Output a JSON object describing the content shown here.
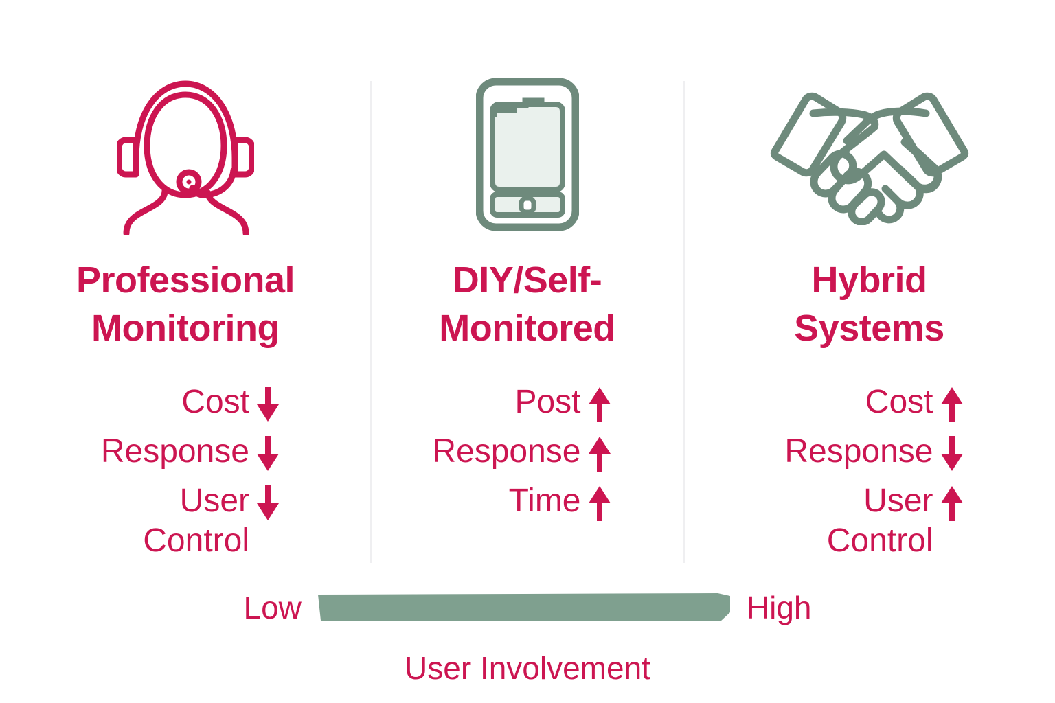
{
  "theme": {
    "accent": "#CC1551",
    "secondary": "#6E8A7C",
    "screen_fill": "#EAF1ED",
    "divider": "#EFEFF1",
    "background": "#FFFFFF"
  },
  "columns": [
    {
      "icon": "headset-icon",
      "title": "Professional\nMonitoring",
      "attributes": [
        {
          "label": "Cost",
          "arrow": "down"
        },
        {
          "label": "Response",
          "arrow": "down"
        },
        {
          "label": "User\nControl",
          "arrow": "down"
        }
      ]
    },
    {
      "icon": "smartphone-icon",
      "title": "DIY/Self-\nMonitored",
      "attributes": [
        {
          "label": "Post",
          "arrow": "up"
        },
        {
          "label": "Response",
          "arrow": "up"
        },
        {
          "label": "Time",
          "arrow": "up"
        }
      ]
    },
    {
      "icon": "handshake-icon",
      "title": "Hybrid\nSystems",
      "attributes": [
        {
          "label": "Cost",
          "arrow": "up"
        },
        {
          "label": "Response",
          "arrow": "down"
        },
        {
          "label": "User\nControl",
          "arrow": "up"
        }
      ]
    }
  ],
  "scale": {
    "low_label": "Low",
    "high_label": "High",
    "caption": "User Involvement"
  }
}
